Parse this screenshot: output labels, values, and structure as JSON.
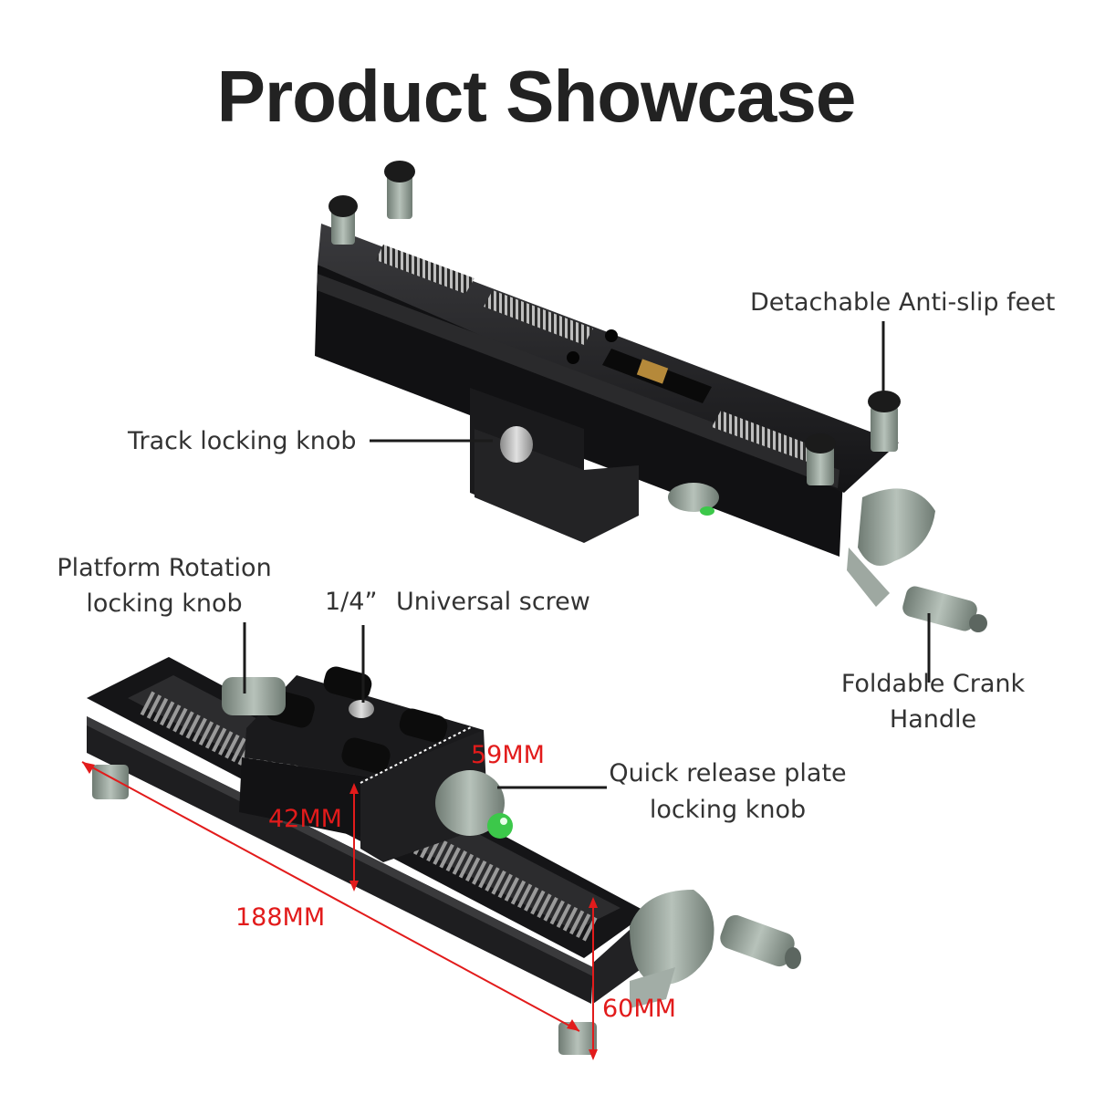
{
  "title": "Product Showcase",
  "labels": {
    "anti_slip": "Detachable Anti-slip feet",
    "track_knob": "Track locking knob",
    "platform_line1": "Platform Rotation",
    "platform_line2": "locking knob",
    "screw_size": "1/4”",
    "screw_name": "Universal screw",
    "crank_line1": "Foldable Crank",
    "crank_line2": "Handle",
    "qr_line1": "Quick release plate",
    "qr_line2": "locking knob"
  },
  "dimensions": {
    "length": "188MM",
    "width": "59MM",
    "height_platform": "42MM",
    "height_total": "60MM"
  },
  "colors": {
    "rail": "#1c1c1e",
    "knob": "#8e9a92",
    "dimension": "#e21b1b",
    "bubble": "#3cc84a"
  }
}
